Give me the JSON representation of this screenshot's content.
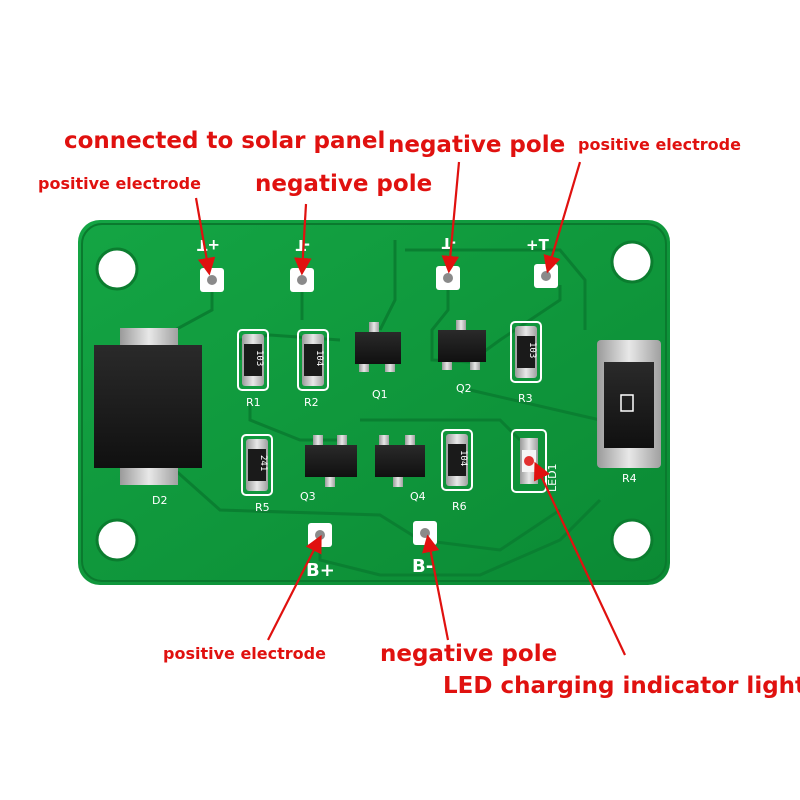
{
  "annotations": {
    "solar_panel": "connected to solar panel",
    "top_neg_pole_center": "negative pole",
    "top_pos_electrode_right": "positive electrode",
    "left_pos_electrode": "positive electrode",
    "top_neg_pole_left": "negative pole",
    "bottom_pos_electrode": "positive electrode",
    "bottom_neg_pole": "negative pole",
    "led_indicator": "LED charging indicator light"
  },
  "silkscreen": {
    "pad_t_plus_left": "+T",
    "pad_t_minus_left": "-T",
    "pad_t_minus_right": "-T",
    "pad_t_plus_right": "+T",
    "b_plus": "B+",
    "b_minus": "B-",
    "r1": "R1",
    "r2": "R2",
    "r3": "R3",
    "r4": "R4",
    "r5": "R5",
    "r6": "R6",
    "q1": "Q1",
    "q2": "Q2",
    "q3": "Q3",
    "q4": "Q4",
    "d2": "D2",
    "led1": "LED1",
    "r1_code": "103",
    "r2_code": "104",
    "r3_code": "103",
    "r5_code": "241",
    "r6_code": "104"
  },
  "colors": {
    "annotation": "#e0110f",
    "pcb": "#0f9a3c",
    "silkscreen": "#ffffff"
  }
}
